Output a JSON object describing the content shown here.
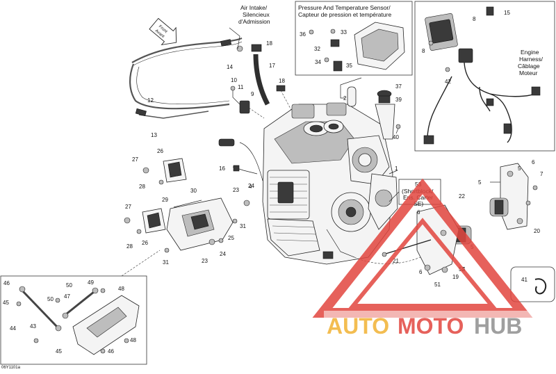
{
  "callouts": {
    "air_intake": [
      "Air Intake/",
      "Silencieux",
      "d'Admission"
    ],
    "pressure_sensor": [
      "Pressure And Temperature Sensor/",
      "Capteur de pression et température"
    ],
    "engine_harness": [
      "Engine",
      "Harness/",
      "Câblage",
      "Moteur"
    ],
    "shortblock": [
      "53",
      "(Shortblock/",
      "Ens. Carter",
      "SE)"
    ],
    "front_arrow": [
      "Front",
      "Avant"
    ]
  },
  "part_numbers": {
    "p1": "1",
    "p2": "2",
    "p4": "4",
    "p5a": "5",
    "p5b": "5",
    "p5c": "5",
    "p5d": "5",
    "p6a": "6",
    "p6b": "6",
    "p6c": "6",
    "p7": "7",
    "p8a": "8",
    "p8b": "8",
    "p9": "9",
    "p10": "10",
    "p11": "11",
    "p12": "12",
    "p13": "13",
    "p14": "14",
    "p15": "15",
    "p16": "16",
    "p17": "17",
    "p18a": "18",
    "p18b": "18",
    "p19": "19",
    "p20": "20",
    "p21": "21",
    "p22": "22",
    "p23a": "23",
    "p23b": "23",
    "p24a": "24",
    "p24b": "24",
    "p25": "25",
    "p26a": "26",
    "p26b": "26",
    "p27a": "27",
    "p27b": "27",
    "p28a": "28",
    "p28b": "28",
    "p29": "29",
    "p30": "30",
    "p31a": "31",
    "p31b": "31",
    "p32": "32",
    "p33": "33",
    "p34": "34",
    "p35": "35",
    "p36": "36",
    "p37": "37",
    "p39": "39",
    "p40": "40",
    "p41": "41",
    "p42": "42",
    "p43": "43",
    "p44": "44",
    "p45a": "45",
    "p45b": "45",
    "p46a": "46",
    "p46b": "46",
    "p47": "47",
    "p48a": "48",
    "p48b": "48",
    "p49": "49",
    "p50a": "50",
    "p50b": "50",
    "p51": "51",
    "p52": "52"
  },
  "watermark": {
    "auto": "AUTO",
    "moto": "MOTO",
    "hub": "HUB"
  },
  "figure_code": "06Y1101a",
  "colors": {
    "watermark_red": "#e2463f",
    "watermark_orange": "#f1b233",
    "watermark_gray": "#8f8f8f"
  }
}
